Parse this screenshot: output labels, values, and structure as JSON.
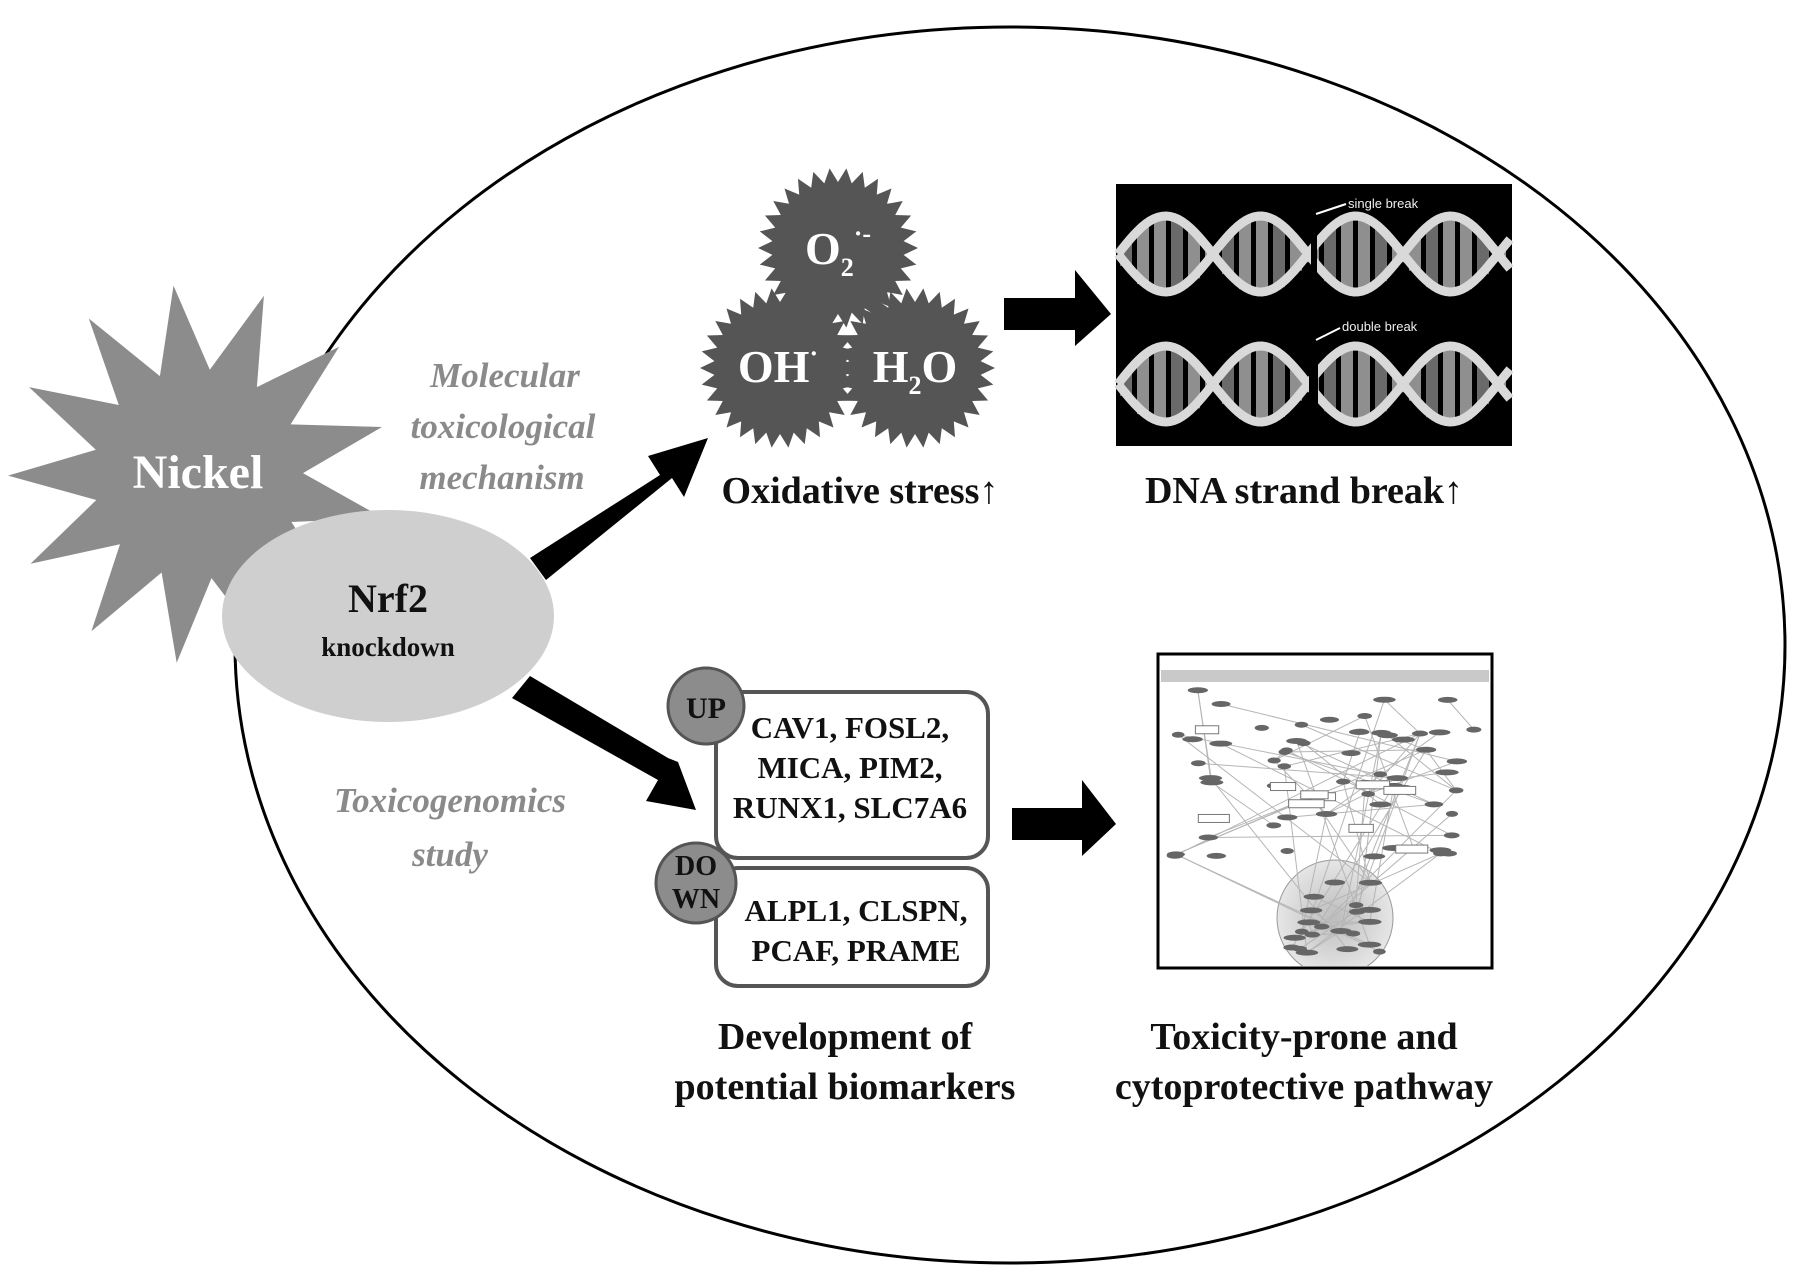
{
  "cell_boundary": "",
  "nickel": {
    "label": "Nickel"
  },
  "nrf2": {
    "title": "Nrf2",
    "subtitle": "knockdown"
  },
  "mechanism": {
    "line1": "Molecular",
    "line2": "toxicological",
    "line3": "mechanism"
  },
  "toxicogenomics": {
    "line1": "Toxicogenomics",
    "line2": "study"
  },
  "ros": {
    "o2": "O",
    "o2_sub": "2",
    "o2_sup": "·-",
    "oh": "OH",
    "oh_sup": "·",
    "h2o": "H",
    "h2o_sub": "2",
    "h2o_tail": "O"
  },
  "oxidative_stress": {
    "label": "Oxidative stress↑"
  },
  "dna": {
    "label": "DNA strand break↑",
    "single_break": "single break",
    "double_break": "double break"
  },
  "up_box": {
    "badge": "UP",
    "line1": "CAV1, FOSL2,",
    "line2": "MICA, PIM2,",
    "line3": "RUNX1, SLC7A6"
  },
  "down_box": {
    "badge_line1": "DO",
    "badge_line2": "WN",
    "line1": "ALPL1, CLSPN,",
    "line2": "PCAF, PRAME"
  },
  "biomarkers": {
    "line1": "Development of",
    "line2": "potential biomarkers"
  },
  "pathway": {
    "line1": "Toxicity-prone and",
    "line2": "cytoprotective pathway"
  },
  "colors": {
    "starburst": "#8c8c8c",
    "nrf2_ellipse": "#cfcfcf",
    "ros_spiky": "#555555",
    "arrow": "#000000",
    "badge": "#8c8c8c"
  }
}
